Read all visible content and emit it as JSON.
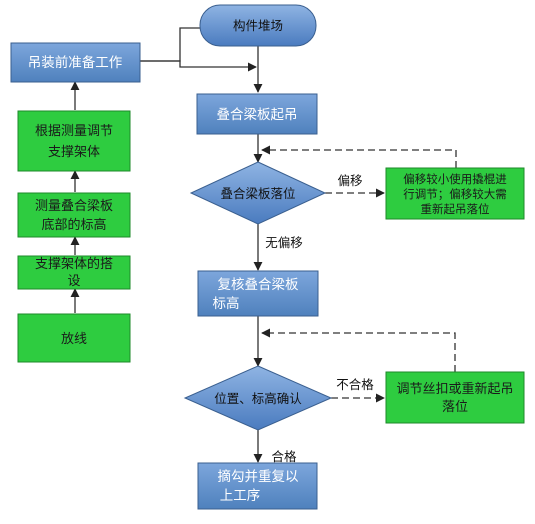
{
  "nodes": {
    "start": "构件堆场",
    "prep": "吊装前准备工作",
    "lift": "叠合梁板起吊",
    "land": "叠合梁板落位",
    "recheck_1": "复核叠合梁板",
    "recheck_2": "标高",
    "confirm": "位置、标高确认",
    "final_1": "摘勾并重复以",
    "final_2": "上工序",
    "adjust1_1": "偏移较小使用撬棍进",
    "adjust1_2": "行调节；偏移较大需",
    "adjust1_3": "重新起吊落位",
    "adjust2_1": "调节丝扣或重新起吊",
    "adjust2_2": "落位",
    "g_support_1": "根据测量调节",
    "g_support_2": "支撑架体",
    "g_measure_1": "测量叠合梁板",
    "g_measure_2": "底部的标高",
    "g_erect_1": "支撑架体的搭",
    "g_erect_2": "设",
    "g_layout": "放线"
  },
  "edge_labels": {
    "offset": "偏移",
    "no_offset": "无偏移",
    "fail": "不合格",
    "pass": "合格"
  },
  "colors": {
    "blue_fill": "#4f81bd",
    "blue_light": "#6b9bd6",
    "green_fill": "#2ecc40",
    "stroke": "#333333"
  }
}
